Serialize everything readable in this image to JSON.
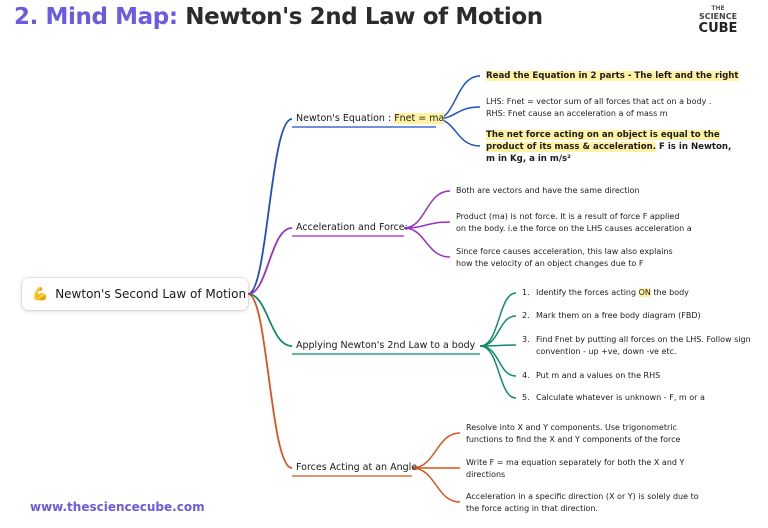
{
  "header": {
    "title_prefix": "2. Mind Map:",
    "title_rest": "Newton's 2nd Law of Motion",
    "logo_line1": "THE",
    "logo_line2": "SCIENCE",
    "logo_line3": "CUBE"
  },
  "footer": {
    "url": "www.thesciencecube.com"
  },
  "root": {
    "emoji": "💪",
    "label": "Newton's Second Law of Motion"
  },
  "colors": {
    "blue": "#1f4fc4",
    "purple": "#9b2fc4",
    "green": "#0f8a6b",
    "orange": "#d9531e",
    "highlight": "#fff3a3",
    "title_accent": "#6b5be0"
  },
  "branches": [
    {
      "label_pre": "Newton's Equation : ",
      "label_hl": "Fnet = ma",
      "leaves": [
        {
          "text": "Read the Equation in 2 parts - The left and the right"
        },
        {
          "line1": "LHS:  Fnet = vector sum of all forces that act on a body .",
          "line2": "RHS: Fnet cause an acceleration a of mass m"
        },
        {
          "line1": "The net force acting on an object is equal to the",
          "line2": "product of its mass & acceleration.",
          "line2b": " F is in Newton,",
          "line3": "m in Kg, a in m/s²"
        }
      ]
    },
    {
      "label": "Acceleration and Force:",
      "leaves": [
        {
          "text": "Both are vectors and have the same direction"
        },
        {
          "line1": "Product (ma) is not force. It is a result of force F applied",
          "line2": "on the body. i.e the force on the LHS causes acceleration a"
        },
        {
          "line1": "Since force causes acceleration, this law also explains",
          "line2": "how the velocity of an object changes due to F"
        }
      ]
    },
    {
      "label": "Applying Newton's 2nd Law to a body",
      "steps": [
        {
          "num": "1.",
          "pre": "Identify the forces acting ",
          "hl": "ON",
          "post": " the body"
        },
        {
          "num": "2.",
          "text": "Mark them on a free body diagram (FBD)"
        },
        {
          "num": "3.",
          "line1": "Find Fnet by putting all forces on the LHS. Follow sign",
          "line2": "convention - up +ve, down -ve etc."
        },
        {
          "num": "4.",
          "text": "Put m and a values on the RHS"
        },
        {
          "num": "5.",
          "text": "Calculate whatever is unknown - F, m or a"
        }
      ]
    },
    {
      "label": "Forces Acting at an Angle",
      "leaves": [
        {
          "line1": "Resolve into X and Y components. Use trigonometric",
          "line2": "functions to find the X and Y components of the force"
        },
        {
          "line1": "Write F = ma equation separately for both the X and Y",
          "line2": "directions"
        },
        {
          "line1": "Acceleration in a specific direction (X or Y) is solely due to",
          "line2": "the force acting in that direction."
        }
      ]
    }
  ]
}
